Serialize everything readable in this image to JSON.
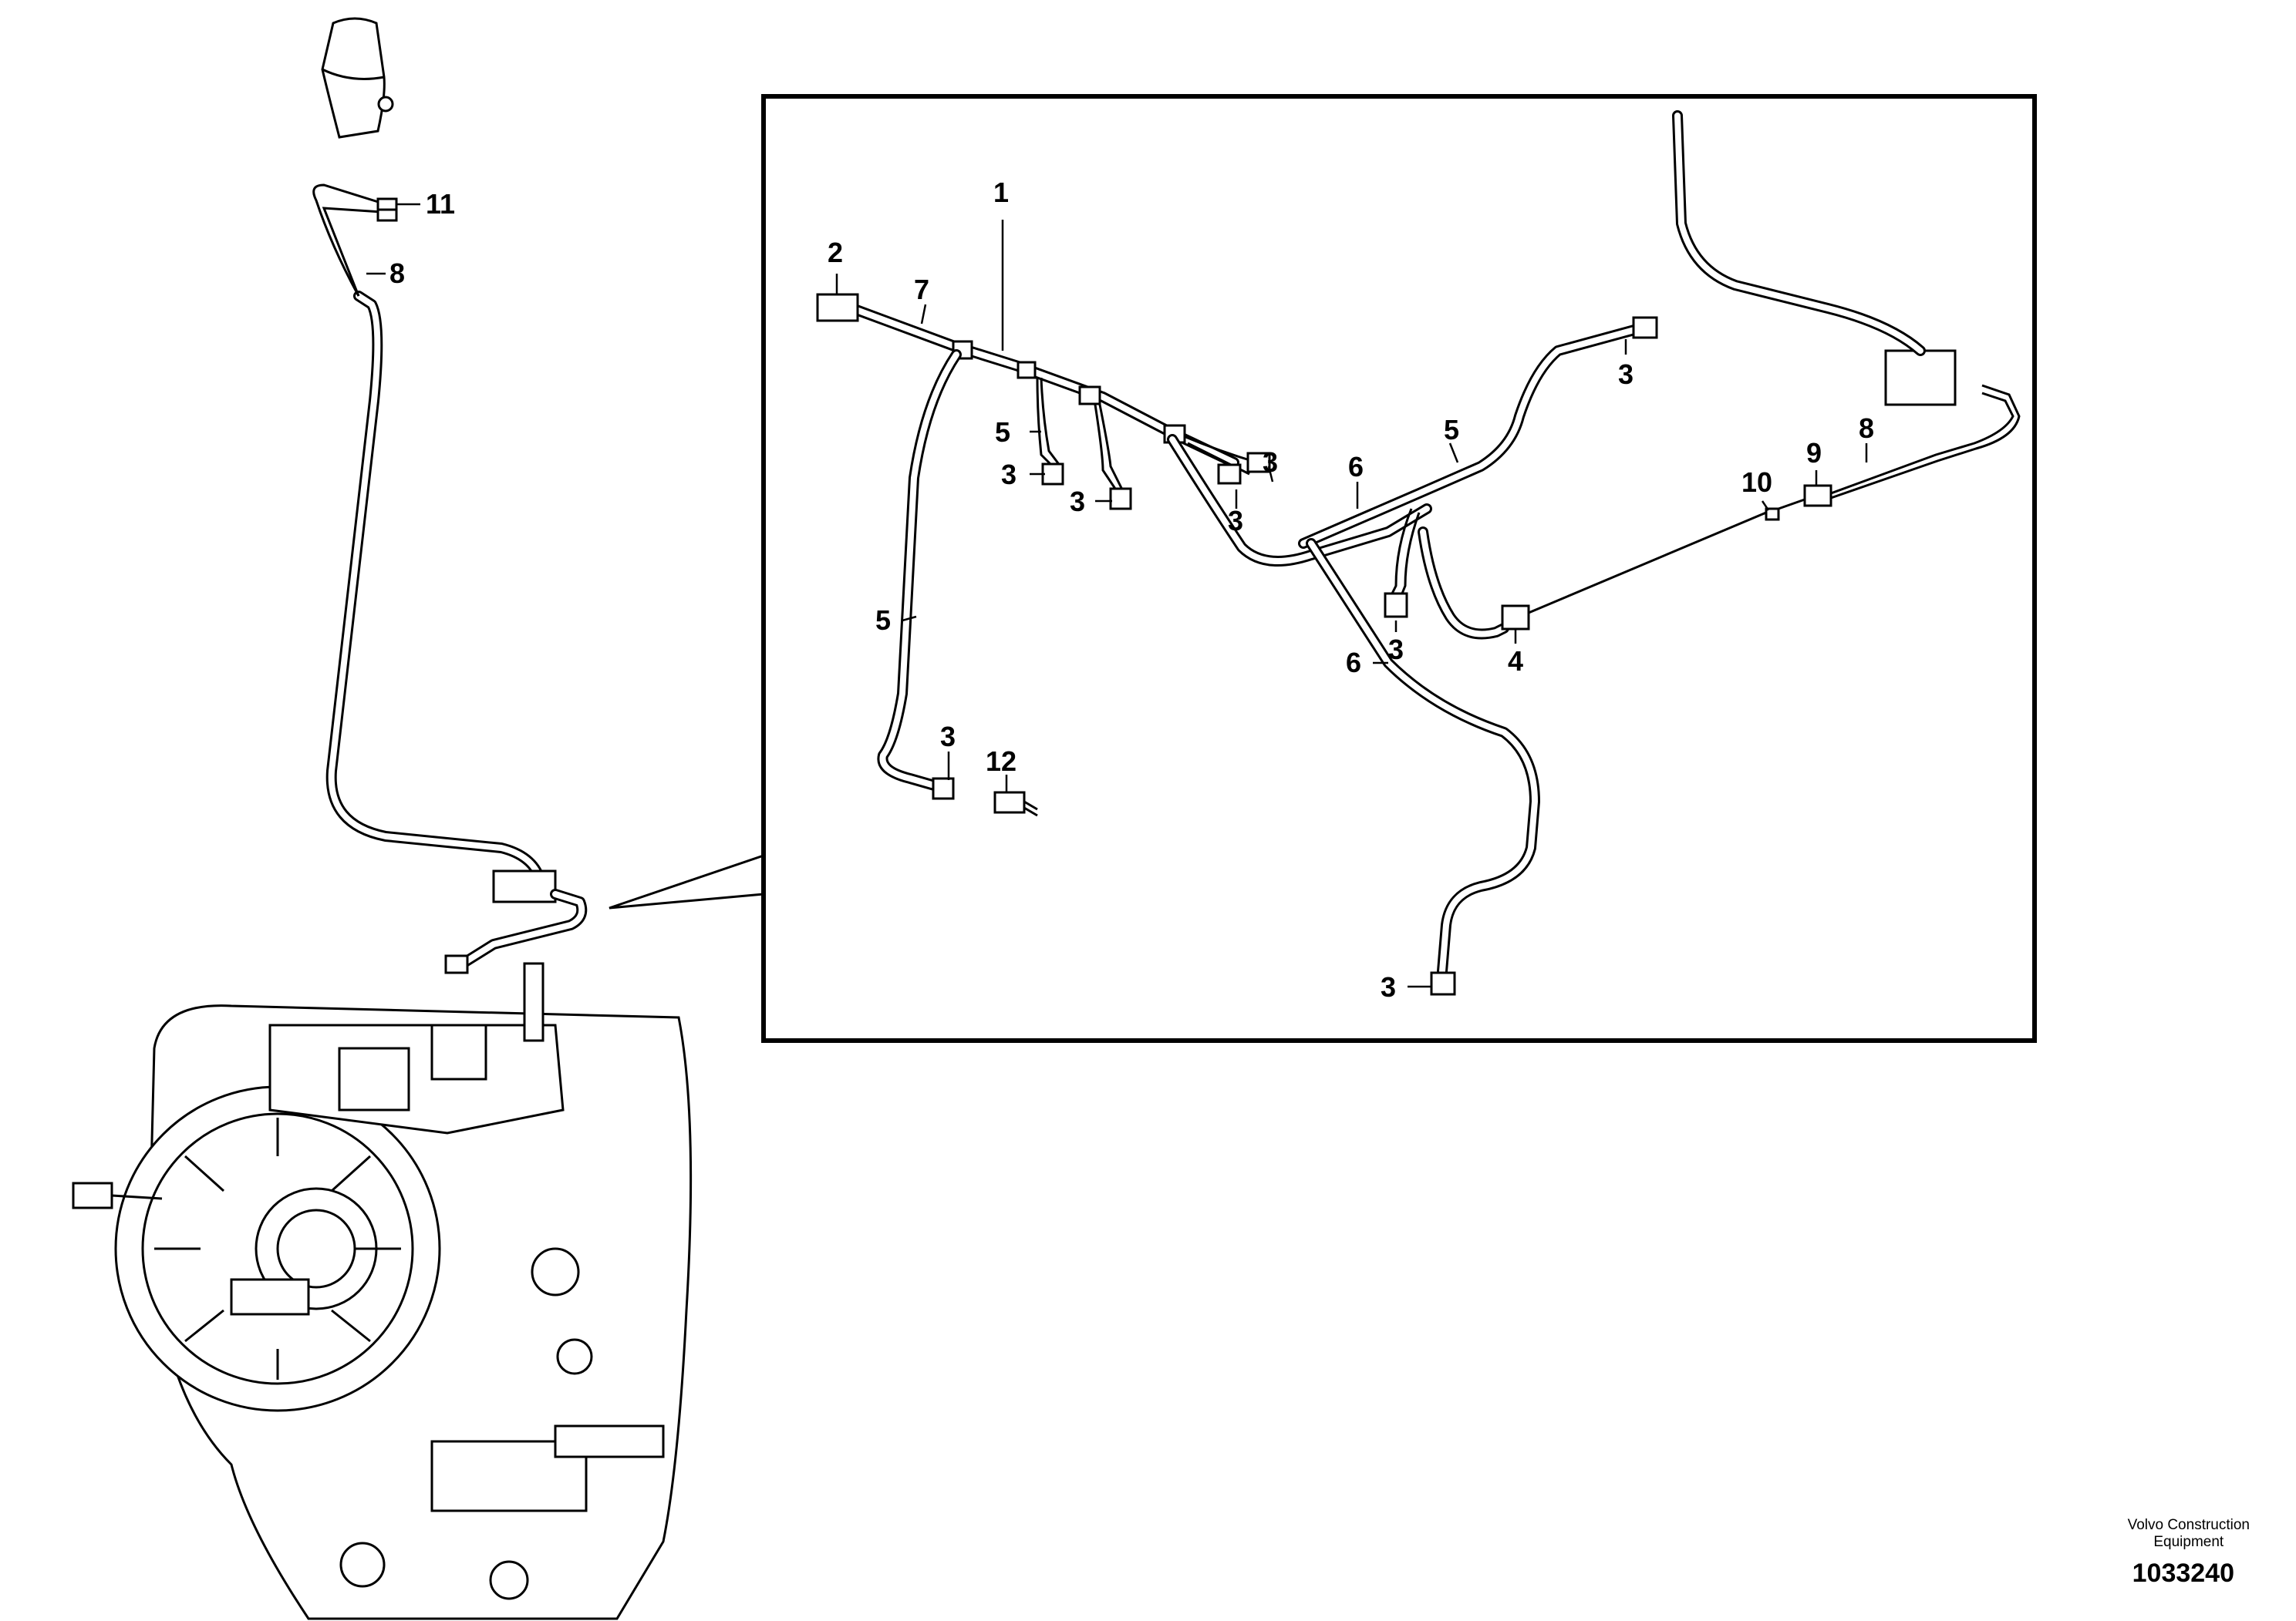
{
  "callouts": {
    "c11": "11",
    "c8_left": "8",
    "c1": "1",
    "c2": "2",
    "c7": "7",
    "c5_a": "5",
    "c3_a": "3",
    "c3_b": "3",
    "c3_c": "3",
    "c3_d": "3",
    "c6_a": "6",
    "c5_b": "5",
    "c3_e": "3",
    "c10": "10",
    "c9": "9",
    "c8_right": "8",
    "c5_c": "5",
    "c3_f": "3",
    "c4": "4",
    "c6_b": "6",
    "c3_g": "3",
    "c12": "12",
    "c3_h": "3"
  },
  "footer": {
    "credit_line1": "Volvo Construction",
    "credit_line2": "Equipment",
    "doc_number": "1033240"
  }
}
